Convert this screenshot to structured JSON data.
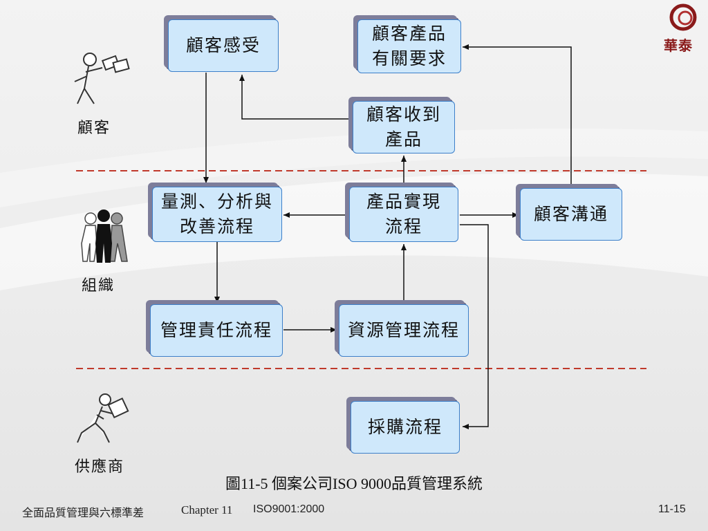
{
  "logo": {
    "text": "華泰"
  },
  "actors": {
    "customer": "顧客",
    "organization": "組織",
    "supplier": "供應商"
  },
  "nodes": {
    "customer_perception": "顧客感受",
    "customer_requirements": "顧客產品\n有關要求",
    "customer_receives_product": "顧客收到\n產品",
    "measurement_analysis_improvement": "量測、分析與\n改善流程",
    "product_realization": "產品實現\n流程",
    "customer_communication": "顧客溝通",
    "management_responsibility": "管理責任流程",
    "resource_management": "資源管理流程",
    "purchasing": "採購流程"
  },
  "caption": "圖11-5  個案公司ISO 9000品質管理系統",
  "footer": {
    "book_title": "全面品質管理與六標準差",
    "chapter": "Chapter 11",
    "topic": "ISO9001:2000",
    "page": "11-15"
  },
  "colors": {
    "node_fill": "#cfe8fb",
    "node_border": "#3c7fc9",
    "divider": "#c0392b",
    "logo": "#8a1a1a"
  }
}
